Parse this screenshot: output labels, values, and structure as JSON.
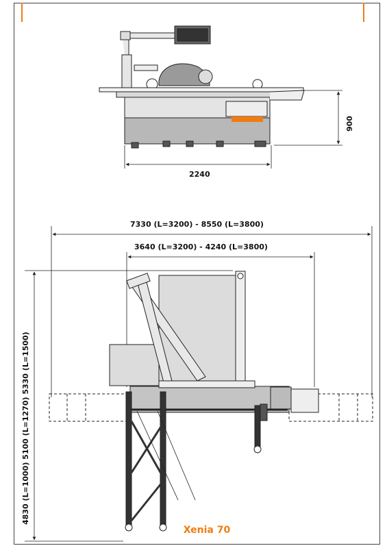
{
  "dimensions": {
    "front_width": "2240",
    "front_height": "900",
    "overall_length": "7330 (L=3200) - 8550 (L=3800)",
    "inner_length": "3640 (L=3200) - 4240 (L=3800)",
    "overall_depth": "4830 (L=1000) 5100 (L=1270) 5330 (L=1500)"
  },
  "model": {
    "name": "Xenia 70"
  },
  "colors": {
    "accent": "#f07c13",
    "line": "#222222",
    "body_gray": "#b8b8b8",
    "panel_light": "#dcdcdc"
  }
}
